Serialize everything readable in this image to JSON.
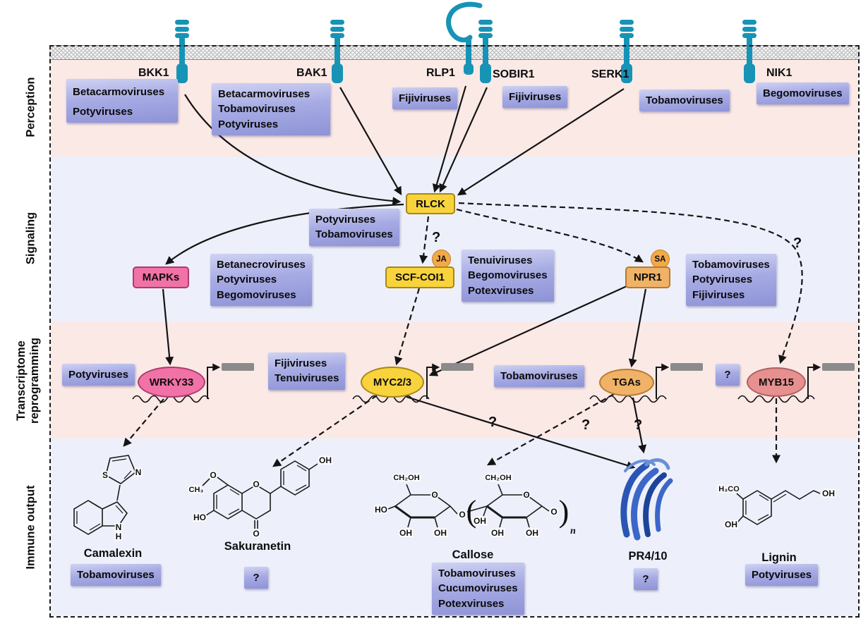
{
  "side_labels": {
    "perception": "Perception",
    "signaling": "Signaling",
    "transcriptome": "Transcriptome\nreprogramming",
    "immune": "Immune output"
  },
  "receptors": {
    "bkk1": {
      "label": "BKK1",
      "viruses": "Betacarmoviruses\nPotyviruses"
    },
    "bak1": {
      "label": "BAK1",
      "viruses": "Betacarmoviruses\nTobamoviruses\nPotyviruses"
    },
    "rlp1": {
      "label": "RLP1",
      "viruses": "Fijiviruses"
    },
    "sobir1": {
      "label": "SOBIR1",
      "viruses": "Fijiviruses"
    },
    "serk1": {
      "label": "SERK1",
      "viruses": "Tobamoviruses"
    },
    "nik1": {
      "label": "NIK1",
      "viruses": "Begomoviruses"
    }
  },
  "signaling": {
    "rlck": {
      "label": "RLCK",
      "viruses": "Potyviruses\nTobamoviruses"
    },
    "mapks": {
      "label": "MAPKs",
      "viruses": "Betanecroviruses\nPotyviruses\nBegomoviruses"
    },
    "scf_coi1": {
      "label": "SCF-COI1",
      "badge": "JA",
      "viruses": "Tenuiviruses\nBegomoviruses\nPotexviruses"
    },
    "npr1": {
      "label": "NPR1",
      "badge": "SA",
      "viruses": "Tobamoviruses\nPotyviruses\nFijiviruses"
    }
  },
  "tfs": {
    "wrky33": {
      "label": "WRKY33",
      "viruses": "Potyviruses"
    },
    "myc23": {
      "label": "MYC2/3",
      "viruses": "Fijiviruses\nTenuiviruses"
    },
    "tgas": {
      "label": "TGAs",
      "viruses": "Tobamoviruses"
    },
    "myb15": {
      "label": "MYB15",
      "viruses": "?"
    }
  },
  "outputs": {
    "camalexin": {
      "label": "Camalexin",
      "viruses": "Tobamoviruses"
    },
    "sakuranetin": {
      "label": "Sakuranetin",
      "viruses": "?"
    },
    "callose": {
      "label": "Callose",
      "viruses": "Tobamoviruses\nCucumoviruses\nPotexviruses"
    },
    "pr410": {
      "label": "PR4/10",
      "viruses": "?"
    },
    "lignin": {
      "label": "Lignin",
      "viruses": "Potyviruses"
    }
  },
  "qmarks": {
    "rlck_scfcoi1": "?",
    "rlck_myb15": "?",
    "myc_pr410": "?",
    "tgas_callose": "?",
    "tgas_pr410": "?"
  },
  "chem": {
    "camalexin": {
      "s": "S",
      "n1": "N",
      "n2": "N",
      "h": "H"
    },
    "sakuranetin": {
      "o_methoxy": "O",
      "ch3": "CH₃",
      "ho": "HO",
      "o_ring": "O",
      "o_ketone": "O",
      "oh": "OH"
    },
    "callose": {
      "ch2oh_a": "CH₂OH",
      "ch2oh_b": "CH₂OH",
      "ho_a": "HO",
      "oh_a": "OH",
      "oh_b": "OH",
      "oh_c": "OH",
      "oh_d": "OH",
      "oh_e": "OH",
      "o_ring_a": "O",
      "o_ring_b": "O",
      "o_bridge": "O",
      "o_end": "O",
      "bracket_open": "(",
      "bracket_close": ")",
      "sub_n": "n"
    },
    "lignin": {
      "h3co": "H₃CO",
      "oh_ring": "OH",
      "oh_end": "OH"
    }
  },
  "colors": {
    "receptor_teal": "#1793b6",
    "node_yellow": "#f8d33c",
    "node_pink": "#f172a6",
    "node_orange": "#f0b266",
    "node_rose": "#e79090",
    "hormone_badge": "#f2a948",
    "virus_box": "#989dda",
    "band_pink": "#fbe9e6",
    "band_lavender": "#edf0fa",
    "gene_bar": "#8b8b8b",
    "protein_blue": "#2a55b4"
  }
}
